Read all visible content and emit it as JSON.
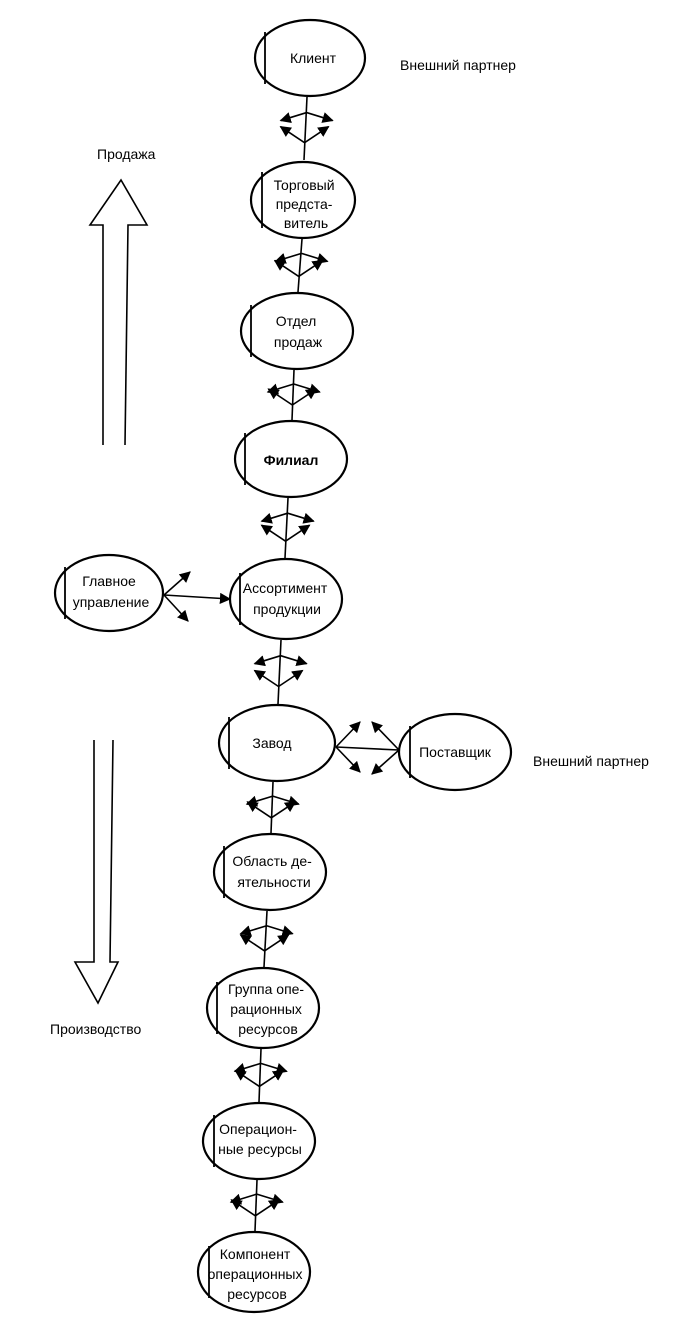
{
  "nodes": [
    {
      "id": "client",
      "lines": [
        "Клиент"
      ]
    },
    {
      "id": "sales-rep",
      "lines": [
        "Торговый",
        "предста-",
        "витель"
      ]
    },
    {
      "id": "sales-dept",
      "lines": [
        "Отдел",
        "продаж"
      ]
    },
    {
      "id": "branch",
      "lines": [
        "Филиал"
      ]
    },
    {
      "id": "assortment",
      "lines": [
        "Ассортимент",
        "продукции"
      ]
    },
    {
      "id": "plant",
      "lines": [
        "Завод"
      ]
    },
    {
      "id": "activity-area",
      "lines": [
        "Область де-",
        "ятельности"
      ]
    },
    {
      "id": "resource-group",
      "lines": [
        "Группа опе-",
        "рационных",
        "ресурсов"
      ]
    },
    {
      "id": "resources",
      "lines": [
        "Операцион-",
        "ные ресурсы"
      ]
    },
    {
      "id": "resource-component",
      "lines": [
        "Компонент",
        "операционных",
        "ресурсов"
      ]
    },
    {
      "id": "head-office",
      "lines": [
        "Главное",
        "управление"
      ]
    },
    {
      "id": "supplier",
      "lines": [
        "Поставщик"
      ]
    }
  ],
  "labels": {
    "external_partner_top": "Внешний партнер",
    "external_partner_supplier": "Внешний партнер",
    "sales": "Продажа",
    "production": "Производство"
  }
}
